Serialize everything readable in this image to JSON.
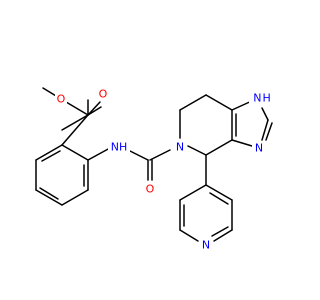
{
  "structure": {
    "atoms": {
      "o_methoxy": "O",
      "o_ester_carbonyl": "O",
      "nh_amide": "NH",
      "n_ring": "N",
      "o_amide_carbonyl": "O",
      "nh_imidazole": "N H",
      "n_imidazole": "N",
      "n_pyridine": "N"
    },
    "colors": {
      "oxygen": "#ff0000",
      "nitrogen": "#0000ff",
      "carbon_bond": "#000000",
      "background": "#ffffff"
    }
  }
}
